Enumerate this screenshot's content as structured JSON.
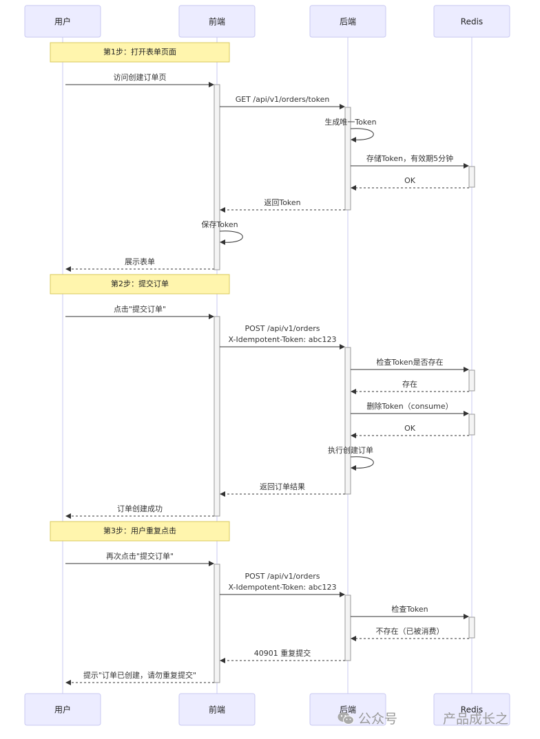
{
  "actors": [
    {
      "id": "user",
      "label": "用户"
    },
    {
      "id": "fe",
      "label": "前端"
    },
    {
      "id": "be",
      "label": "后端"
    },
    {
      "id": "redis",
      "label": "Redis"
    }
  ],
  "notes": [
    {
      "label": "第1步：打开表单页面"
    },
    {
      "label": "第2步：提交订单"
    },
    {
      "label": "第3步：用户重复点击"
    }
  ],
  "messages": [
    {
      "from": "user",
      "to": "fe",
      "lines": [
        "访问创建订单页"
      ],
      "style": "solid"
    },
    {
      "from": "fe",
      "to": "be",
      "lines": [
        "GET /api/v1/orders/token"
      ],
      "style": "solid"
    },
    {
      "from": "be",
      "to": "be",
      "lines": [
        "生成唯一Token"
      ],
      "style": "solid"
    },
    {
      "from": "be",
      "to": "redis",
      "lines": [
        "存储Token，有效期5分钟"
      ],
      "style": "solid"
    },
    {
      "from": "redis",
      "to": "be",
      "lines": [
        "OK"
      ],
      "style": "dashed"
    },
    {
      "from": "be",
      "to": "fe",
      "lines": [
        "返回Token"
      ],
      "style": "dashed"
    },
    {
      "from": "fe",
      "to": "fe",
      "lines": [
        "保存Token"
      ],
      "style": "solid"
    },
    {
      "from": "fe",
      "to": "user",
      "lines": [
        "展示表单"
      ],
      "style": "dashed"
    },
    {
      "from": "user",
      "to": "fe",
      "lines": [
        "点击\"提交订单\""
      ],
      "style": "solid"
    },
    {
      "from": "fe",
      "to": "be",
      "lines": [
        "POST /api/v1/orders",
        "X-Idempotent-Token: abc123"
      ],
      "style": "solid"
    },
    {
      "from": "be",
      "to": "redis",
      "lines": [
        "检查Token是否存在"
      ],
      "style": "solid"
    },
    {
      "from": "redis",
      "to": "be",
      "lines": [
        "存在"
      ],
      "style": "dashed"
    },
    {
      "from": "be",
      "to": "redis",
      "lines": [
        "删除Token（consume）"
      ],
      "style": "solid"
    },
    {
      "from": "redis",
      "to": "be",
      "lines": [
        "OK"
      ],
      "style": "dashed"
    },
    {
      "from": "be",
      "to": "be",
      "lines": [
        "执行创建订单"
      ],
      "style": "solid"
    },
    {
      "from": "be",
      "to": "fe",
      "lines": [
        "返回订单结果"
      ],
      "style": "dashed"
    },
    {
      "from": "fe",
      "to": "user",
      "lines": [
        "订单创建成功"
      ],
      "style": "dashed"
    },
    {
      "from": "user",
      "to": "fe",
      "lines": [
        "再次点击\"提交订单\""
      ],
      "style": "solid"
    },
    {
      "from": "fe",
      "to": "be",
      "lines": [
        "POST /api/v1/orders",
        "X-Idempotent-Token: abc123"
      ],
      "style": "solid"
    },
    {
      "from": "be",
      "to": "redis",
      "lines": [
        "检查Token"
      ],
      "style": "solid"
    },
    {
      "from": "redis",
      "to": "be",
      "lines": [
        "不存在（已被消费）"
      ],
      "style": "dashed"
    },
    {
      "from": "be",
      "to": "fe",
      "lines": [
        "40901 重复提交"
      ],
      "style": "dashed"
    },
    {
      "from": "fe",
      "to": "user",
      "lines": [
        "提示\"订单已创建，请勿重复提交\""
      ],
      "style": "dashed"
    }
  ],
  "watermark": {
    "left_text": "公众号",
    "right_text": "产品成长之"
  },
  "colors": {
    "actor_fill": "#ECECFF",
    "note_fill": "#FFF5AD",
    "line": "#333333"
  }
}
